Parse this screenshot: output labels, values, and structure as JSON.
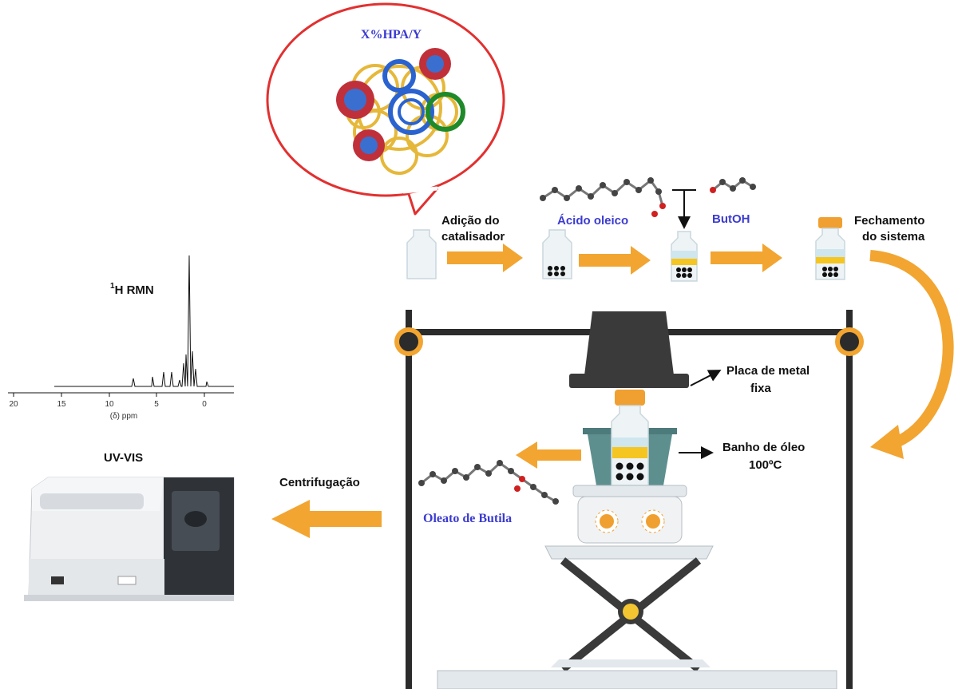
{
  "catalyst_bubble": {
    "title": "X%HPA/Y"
  },
  "steps": {
    "add_catalyst": [
      "Adição do",
      "catalisador"
    ],
    "oleic_acid": "Ácido oleico",
    "butoh": "ButOH",
    "close_system": [
      "Fechamento",
      "do sistema"
    ]
  },
  "reactor": {
    "metal_plate": [
      "Placa de metal",
      "fixa"
    ],
    "oil_bath": [
      "Banho de óleo",
      "100ºC"
    ],
    "product": "Oleato de Butila"
  },
  "analysis": {
    "centrifuge": "Centrifugação",
    "nmr_title_sup": "1",
    "nmr_title": "H RMN",
    "nmr_xlabel": "(δ) ppm",
    "nmr_ticks": [
      "20",
      "15",
      "10",
      "5",
      "0"
    ],
    "uvvis_title": "UV-VIS"
  },
  "colors": {
    "arrow": "#f2a531",
    "frame": "#2b2b2b",
    "bubble": "#e23030",
    "bath": "#5e8f8f",
    "oil": "#f5c521",
    "cap": "#f0a030",
    "liquid": "#cfe6ef"
  }
}
